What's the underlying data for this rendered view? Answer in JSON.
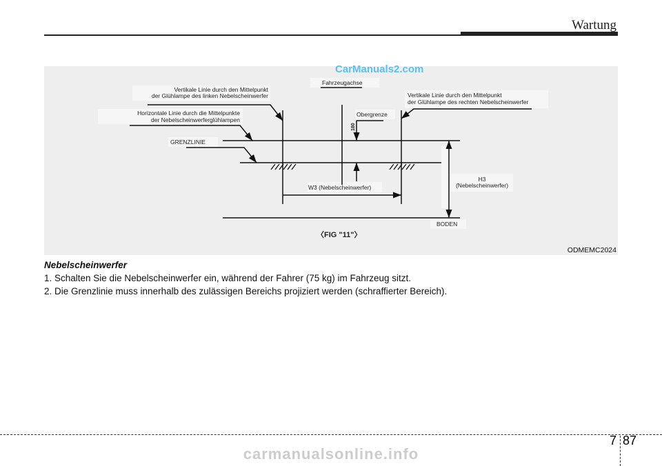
{
  "header": {
    "title": "Wartung"
  },
  "figure": {
    "label_left_vertical": [
      "Vertikale Linie durch den Mittelpunkt",
      "der Glühlampe des linken Nebelscheinwerfer"
    ],
    "label_horizontal": [
      "Horizontale Linie durch die Mittelpunkte",
      "der Nebelscheinwerferglühlampen"
    ],
    "label_grenzlinie": "GRENZLINIE",
    "label_axis": "Fahrzeugachse",
    "label_right_vertical": [
      "Vertikale Linie durch den Mittelpunkt",
      "der Glühlampe des rechten Nebelscheinwerfer"
    ],
    "label_obergrenze": "Obergrenze",
    "label_180": "180",
    "label_w3": "W3 (Nebelscheinwerfer)",
    "label_h3": [
      "H3",
      "(Nebelscheinwerfer)"
    ],
    "label_boden": "BODEN",
    "fig_caption": "〈FIG \"11\"〉",
    "code": "ODMEMC2024"
  },
  "watermark_top": "CarManuals2.com",
  "watermark_bottom": "carmanualsonline.info",
  "text": {
    "heading": "Nebelscheinwerfer",
    "step1": "1. Schalten Sie die Nebelscheinwerfer ein, während der Fahrer (75 kg) im Fahrzeug sitzt.",
    "step2": "2. Die Grenzlinie muss innerhalb des zulässigen Bereichs projiziert werden (schraffierter Bereich)."
  },
  "footer": {
    "section": "7",
    "page": "87"
  }
}
